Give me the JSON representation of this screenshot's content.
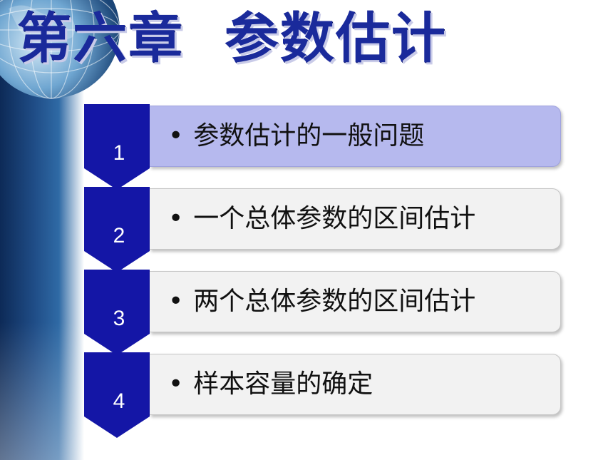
{
  "slide": {
    "title": "第六章  参数估计",
    "items": [
      {
        "number": "1",
        "label": "参数估计的一般问题"
      },
      {
        "number": "2",
        "label": "一个总体参数的区间估计"
      },
      {
        "number": "3",
        "label": "两个总体参数的区间估计"
      },
      {
        "number": "4",
        "label": "样本容量的确定"
      }
    ],
    "bullet": "•"
  },
  "colors": {
    "title": "#1a2a9b",
    "chevron": "#1416a6",
    "active_box": "#b6b9ee",
    "inactive_box": "#f2f2f2"
  },
  "icons": {
    "globe": "globe-icon"
  }
}
